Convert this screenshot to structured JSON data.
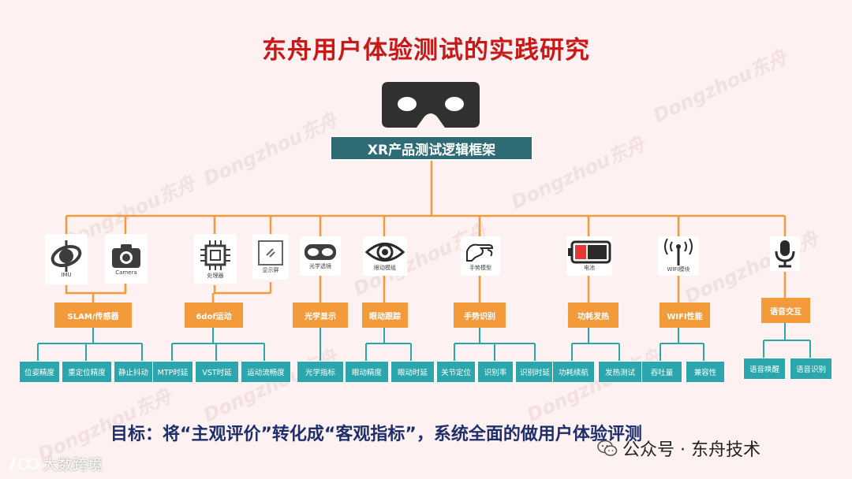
{
  "title": "东舟用户体验测试的实践研究",
  "root": "XR产品测试逻辑框架",
  "icons": [
    {
      "name": "imu",
      "label": "IMU",
      "glyph": "gyroscope"
    },
    {
      "name": "camera",
      "label": "Camera",
      "glyph": "camera"
    },
    {
      "name": "processor",
      "label": "处理器",
      "glyph": "chip"
    },
    {
      "name": "display",
      "label": "显示屏",
      "glyph": "screen"
    },
    {
      "name": "optical-lens",
      "label": "光学透镜",
      "glyph": "goggles"
    },
    {
      "name": "eye",
      "label": "眼动模组",
      "glyph": "eye"
    },
    {
      "name": "hand",
      "label": "手势模型",
      "glyph": "hand"
    },
    {
      "name": "battery",
      "label": "电池",
      "glyph": "battery"
    },
    {
      "name": "wifi",
      "label": "WIFI模块",
      "glyph": "antenna"
    },
    {
      "name": "mic",
      "label": "",
      "glyph": "microphone"
    }
  ],
  "categories": [
    {
      "label": "SLAM/传感器",
      "leaves": [
        "位姿精度",
        "重定位精度",
        "静止抖动"
      ]
    },
    {
      "label": "6dof运动",
      "leaves": [
        "MTP时延",
        "VST时延",
        "运动流畅度"
      ]
    },
    {
      "label": "光学显示",
      "leaves": [
        "光学指标"
      ]
    },
    {
      "label": "眼动跟踪",
      "leaves": [
        "眼动精度",
        "眼动时延"
      ]
    },
    {
      "label": "手势识别",
      "leaves": [
        "关节定位",
        "识别率",
        "识别时延"
      ]
    },
    {
      "label": "功耗发热",
      "leaves": [
        "功耗续航",
        "发热测试"
      ]
    },
    {
      "label": "WIFI性能",
      "leaves": [
        "吞吐量",
        "兼容性"
      ]
    },
    {
      "label": "语音交互",
      "leaves": [
        "语音唤醒",
        "语音识别"
      ]
    }
  ],
  "goal": "目标：将“主观评价”转化成“客观指标”，系统全面的做用户体验评测",
  "wechat": "公众号 · 东舟技术",
  "logo": "大数跨境",
  "watermark": "Dongzhou东舟",
  "colors": {
    "title": "#c81818",
    "root": "#2e6b74",
    "category": "#f39a3a",
    "leaf": "#2aa6ac",
    "line": "#f39a3a",
    "leafLine": "#2aa6ac"
  }
}
